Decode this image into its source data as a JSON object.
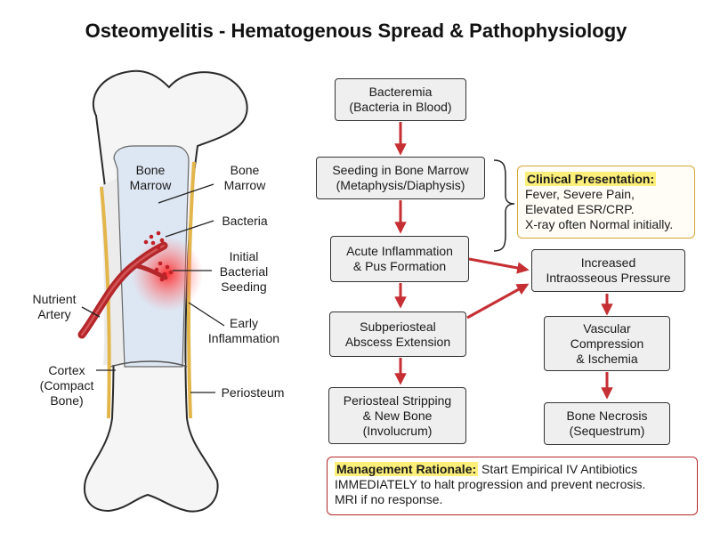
{
  "title": "Osteomyelitis - Hematogenous Spread & Pathophysiology",
  "anatomy_labels": {
    "bone_marrow_inside": [
      "Bone",
      "Marrow"
    ],
    "bone_marrow": [
      "Bone",
      "Marrow"
    ],
    "bacteria": "Bacteria",
    "initial_seeding": [
      "Initial",
      "Bacterial",
      "Seeding"
    ],
    "early_inflammation": [
      "Early",
      "Inflammation"
    ],
    "nutrient_artery": [
      "Nutrient",
      "Artery"
    ],
    "cortex": [
      "Cortex",
      "(Compact",
      "Bone)"
    ],
    "periosteum": "Periosteum"
  },
  "flow": {
    "bacteremia": [
      "Bacteremia",
      "(Bacteria in Blood)"
    ],
    "seeding": [
      "Seeding in Bone Marrow",
      "(Metaphysis/Diaphysis)"
    ],
    "acute": [
      "Acute Inflammation",
      "& Pus Formation"
    ],
    "subperiosteal": [
      "Subperiosteal",
      "Abscess Extension"
    ],
    "periosteal": [
      "Periosteal Stripping",
      "& New Bone",
      "(Involucrum)"
    ],
    "pressure": [
      "Increased",
      "Intraosseous Pressure"
    ],
    "vascular": [
      "Vascular",
      "Compression",
      "& Ischemia"
    ],
    "necrosis": [
      "Bone Necrosis",
      "(Sequestrum)"
    ]
  },
  "clinical": {
    "heading": "Clinical Presentation:",
    "lines": [
      "Fever, Severe Pain,",
      "Elevated ESR/CRP.",
      "X-ray often Normal initially."
    ]
  },
  "management": {
    "heading": "Management Rationale:",
    "text1": " Start Empirical IV Antibiotics",
    "text2": "IMMEDIATELY to halt progression and prevent necrosis.",
    "text3": "MRI if no response."
  },
  "colors": {
    "arrow": "#c62f33",
    "artery": "#b3262a",
    "marrow": "#dde6f3",
    "periosteum": "#e3b64b",
    "clinical_border": "#d6a63a",
    "management_border": "#b5292a",
    "highlight": "#fdf07a"
  }
}
